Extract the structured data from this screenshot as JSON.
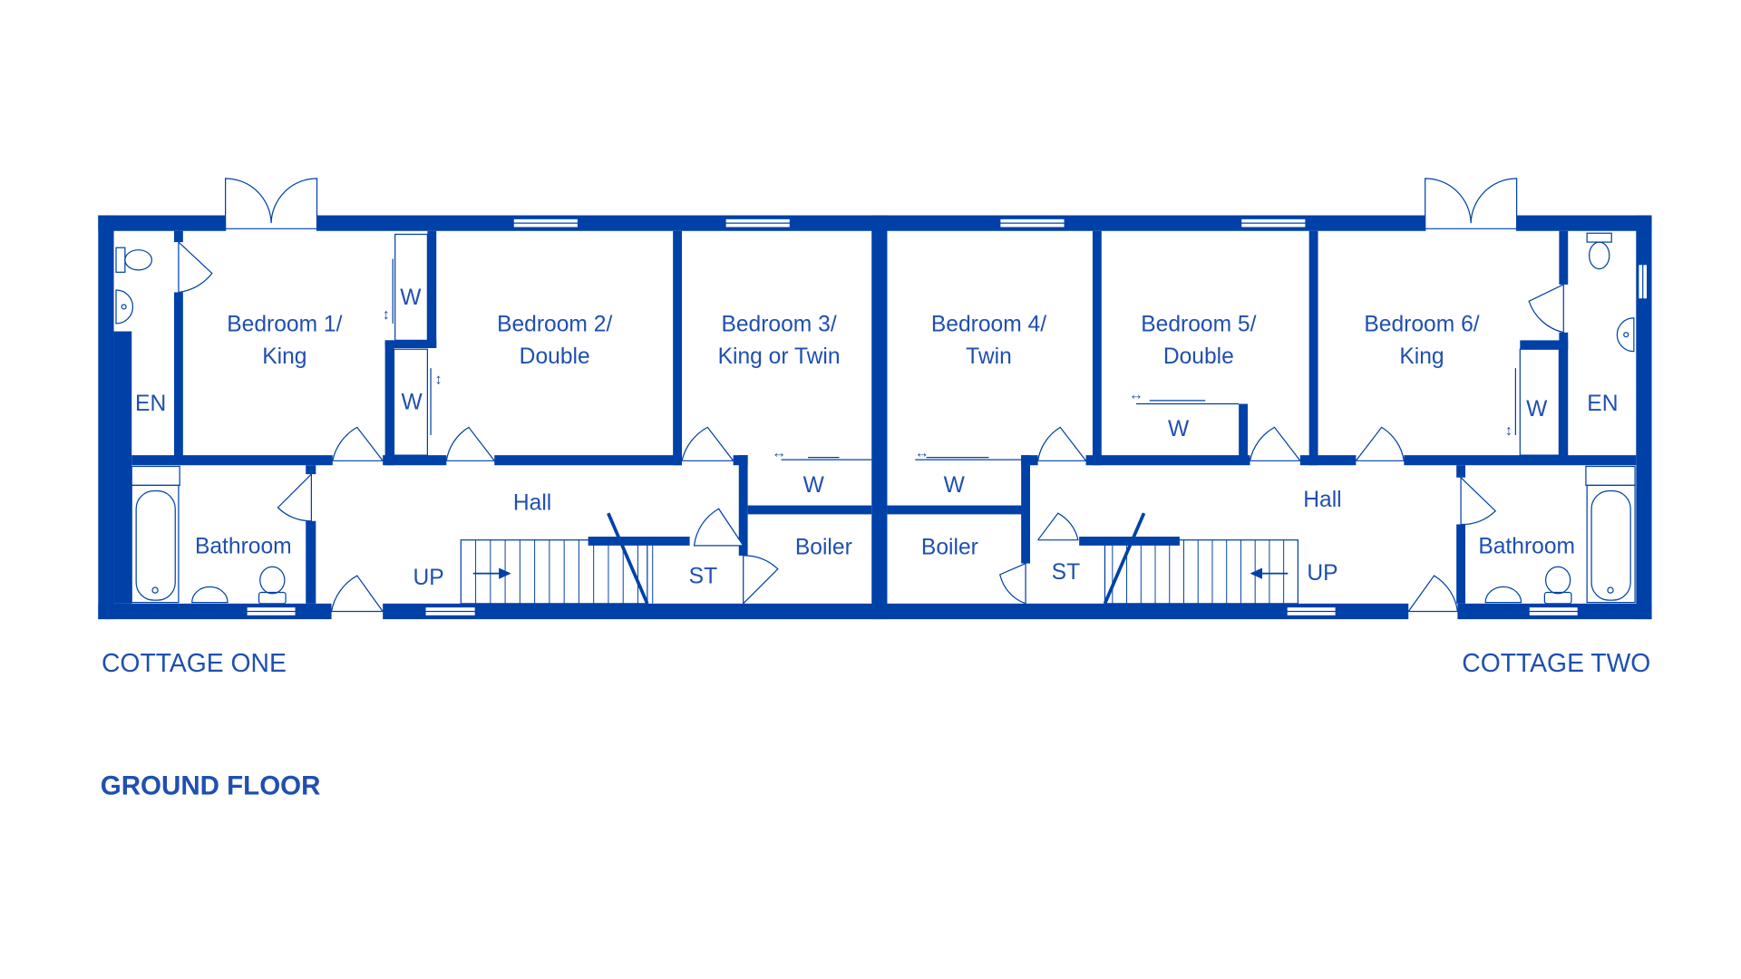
{
  "colors": {
    "wall": "#0041a8",
    "text": "#1f4fb0",
    "background": "#ffffff"
  },
  "floor_title": "GROUND FLOOR",
  "cottages": {
    "one": "COTTAGE ONE",
    "two": "COTTAGE TWO"
  },
  "rooms": {
    "bedroom1": {
      "lines": [
        "Bedroom 1/",
        "King"
      ]
    },
    "bedroom2": {
      "lines": [
        "Bedroom 2/",
        "Double"
      ]
    },
    "bedroom3": {
      "lines": [
        "Bedroom 3/",
        "King or Twin"
      ]
    },
    "bedroom4": {
      "lines": [
        "Bedroom 4/",
        "Twin"
      ]
    },
    "bedroom5": {
      "lines": [
        "Bedroom 5/",
        "Double"
      ]
    },
    "bedroom6": {
      "lines": [
        "Bedroom 6/",
        "King"
      ]
    },
    "en1": "EN",
    "en2": "EN",
    "bathroom1": "Bathroom",
    "bathroom2": "Bathroom",
    "hall1": "Hall",
    "hall2": "Hall",
    "boiler1": "Boiler",
    "boiler2": "Boiler",
    "st1": "ST",
    "st2": "ST",
    "up1": "UP",
    "up2": "UP",
    "wardrobe": "W"
  }
}
